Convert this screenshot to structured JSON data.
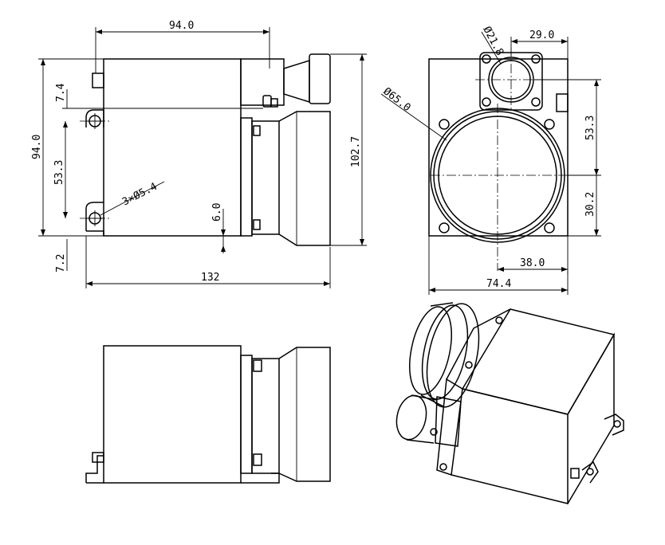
{
  "views": {
    "side": {
      "dims": {
        "top_length": "94.0",
        "left_height": "94.0",
        "mount_offset": "7.4",
        "hole_spacing": "53.3",
        "bottom_offset": "7.2",
        "foot_gap": "6.0",
        "total_length": "132",
        "total_height": "102.7",
        "holes": "3×Ø5.4"
      }
    },
    "front": {
      "dims": {
        "small_bore": "Ø21.8",
        "small_bore_offset": "29.0",
        "large_bore": "Ø65.0",
        "upper_height": "53.3",
        "lower_height": "30.2",
        "bore_center_offset": "38.0",
        "total_width": "74.4"
      }
    },
    "bottom_side": {},
    "isometric": {}
  },
  "colors": {
    "line": "#000000",
    "background": "#ffffff"
  }
}
